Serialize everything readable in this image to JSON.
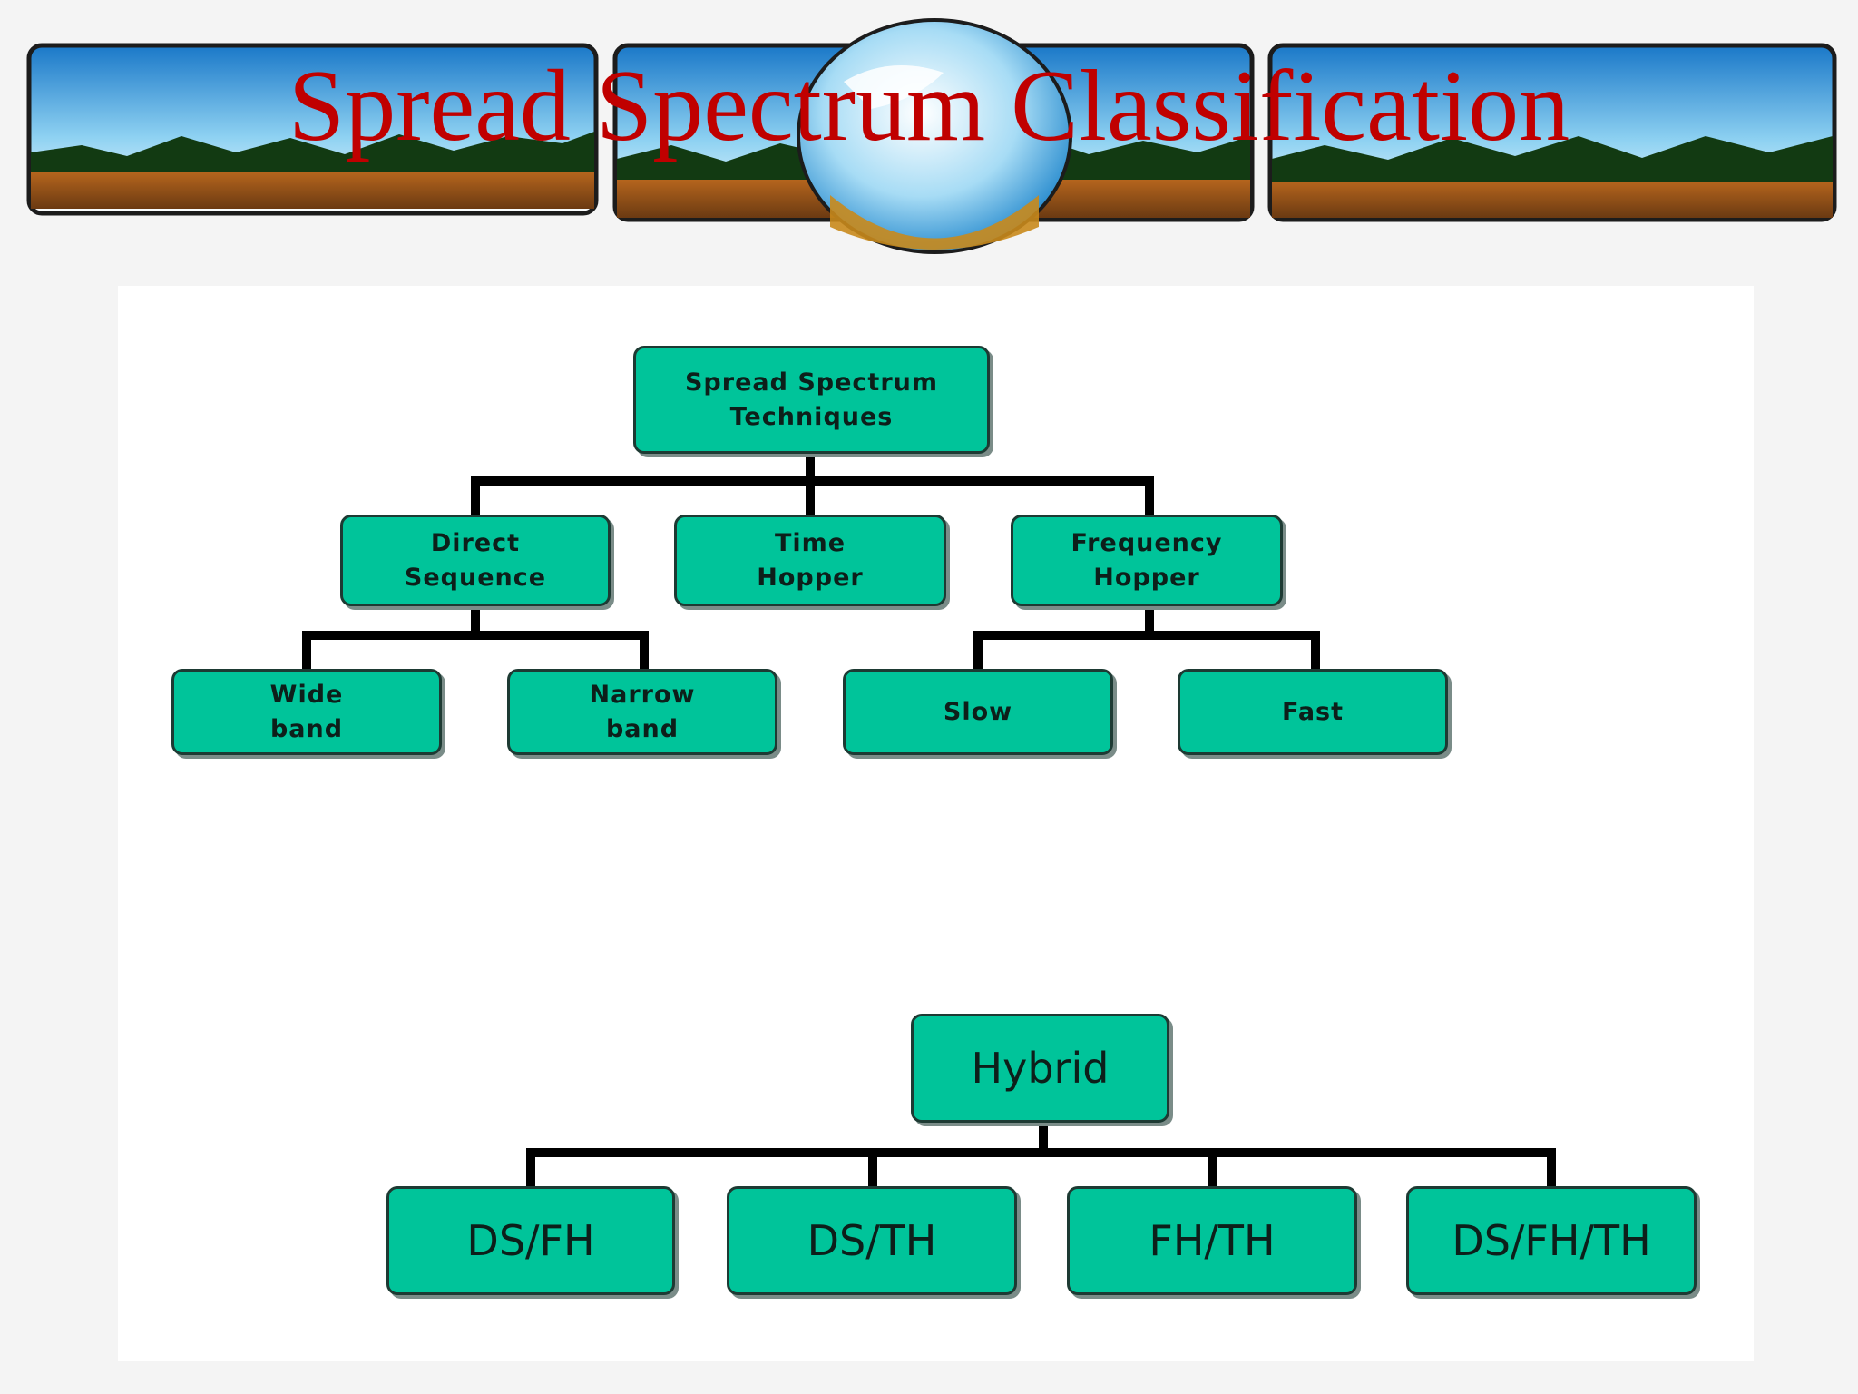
{
  "title": "Spread Spectrum Classification",
  "colors": {
    "title": "#c00000",
    "node_fill": "#00c49a",
    "node_border": "#1d3a33",
    "connector": "#000000"
  },
  "tree": {
    "root": "Spread Spectrum\nTechniques",
    "direct_sequence": "Direct\nSequence",
    "time_hopper": "Time\nHopper",
    "frequency_hopper": "Frequency\nHopper",
    "wide_band": "Wide\nband",
    "narrow_band": "Narrow\nband",
    "slow": "Slow",
    "fast": "Fast"
  },
  "hybrid": {
    "root": "Hybrid",
    "ds_fh": "DS/FH",
    "ds_th": "DS/TH",
    "fh_th": "FH/TH",
    "ds_fh_th": "DS/FH/TH"
  }
}
